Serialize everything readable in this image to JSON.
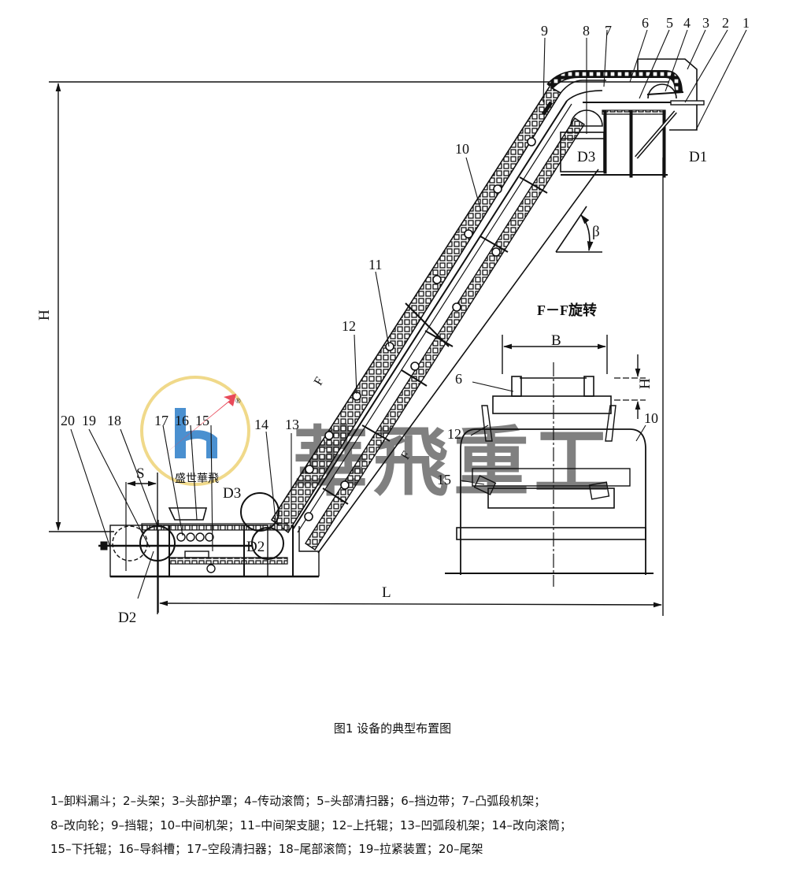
{
  "figure": {
    "caption": "图1 设备的典型布置图",
    "section_view_title": "F－F旋转",
    "dimensions": {
      "height": "H",
      "length": "L",
      "tension_stroke": "S",
      "belt_width": "B",
      "sidewall_height": "H",
      "angle": "β",
      "section_mark": "F"
    },
    "pulley_labels": {
      "drive": "D1",
      "tail": "D2",
      "bend_lower": "D2",
      "bend_upper": "D3",
      "bend_upper2": "D3"
    },
    "callouts": [
      "1",
      "2",
      "3",
      "4",
      "5",
      "6",
      "7",
      "8",
      "9",
      "10",
      "11",
      "12",
      "13",
      "14",
      "15",
      "16",
      "17",
      "18",
      "19",
      "20"
    ],
    "section_callouts": [
      "6",
      "12",
      "10",
      "15"
    ]
  },
  "watermark": {
    "text": "華飛重工",
    "logo_letter": "h",
    "logo_slogan": "盛世華飛",
    "logo_mark": "®",
    "colors": {
      "ring": "#f0d98a",
      "letter": "#4a90d0",
      "arrow": "#e84a5a",
      "text": "#6a6a6a"
    }
  },
  "legend": {
    "lines": [
      "1–卸料漏斗；2–头架；3–头部护罩；4–传动滚筒；5–头部清扫器；6–挡边带；7–凸弧段机架；",
      "8–改向轮；9–挡辊；10–中间机架；11–中间架支腿；12–上托辊；13–凹弧段机架；14–改向滚筒；",
      "15–下托辊；16–导斜槽；17–空段清扫器；18–尾部滚筒；19–拉紧装置；20–尾架"
    ]
  }
}
